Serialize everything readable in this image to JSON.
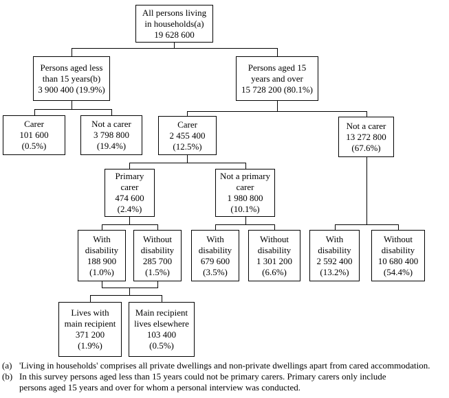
{
  "diagram": {
    "nodes": [
      {
        "name": "all-persons-living-in-households",
        "lines": [
          "All persons living",
          "in households(a)",
          "19 628 600"
        ]
      },
      {
        "name": "persons-aged-less-than-15",
        "lines": [
          "Persons aged less",
          "than 15 years(b)",
          "3 900 400 (19.9%)"
        ]
      },
      {
        "name": "persons-aged-15-and-over",
        "lines": [
          "Persons aged 15",
          "years and over",
          "15 728 200 (80.1%)"
        ]
      },
      {
        "name": "under15-carer",
        "lines": [
          "Carer",
          "101 600",
          "(0.5%)"
        ]
      },
      {
        "name": "under15-not-a-carer",
        "lines": [
          "Not a carer",
          "3 798 800",
          "(19.4%)"
        ]
      },
      {
        "name": "over15-carer",
        "lines": [
          "Carer",
          "2 455 400",
          "(12.5%)"
        ]
      },
      {
        "name": "over15-not-a-carer",
        "lines": [
          "Not a carer",
          "13 272 800",
          "(67.6%)"
        ]
      },
      {
        "name": "primary-carer",
        "lines": [
          "Primary",
          "carer",
          "474 600",
          "(2.4%)"
        ]
      },
      {
        "name": "not-a-primary-carer",
        "lines": [
          "Not a primary",
          "carer",
          "1 980 800",
          "(10.1%)"
        ]
      },
      {
        "name": "primary-carer-with-disability",
        "lines": [
          "With",
          "disability",
          "188 900",
          "(1.0%)"
        ]
      },
      {
        "name": "primary-carer-without-disability",
        "lines": [
          "Without",
          "disability",
          "285 700",
          "(1.5%)"
        ]
      },
      {
        "name": "not-primary-carer-with-disability",
        "lines": [
          "With",
          "disability",
          "679 600",
          "(3.5%)"
        ]
      },
      {
        "name": "not-primary-carer-without-disability",
        "lines": [
          "Without",
          "disability",
          "1 301 200",
          "(6.6%)"
        ]
      },
      {
        "name": "not-carer-with-disability",
        "lines": [
          "With",
          "disability",
          "2 592 400",
          "(13.2%)"
        ]
      },
      {
        "name": "not-carer-without-disability",
        "lines": [
          "Without",
          "disability",
          "10 680 400",
          "(54.4%)"
        ]
      },
      {
        "name": "lives-with-main-recipient",
        "lines": [
          "Lives with",
          "main recipient",
          "371 200",
          "(1.9%)"
        ]
      },
      {
        "name": "main-recipient-lives-elsewhere",
        "lines": [
          "Main recipient",
          "lives elsewhere",
          "103 400",
          "(0.5%)"
        ]
      }
    ],
    "footnotes": [
      {
        "label": "(a)",
        "lines": [
          "'Living in households' comprises all private dwellings and non-private dwellings apart from  cared accommodation."
        ]
      },
      {
        "label": "(b)",
        "lines": [
          "In this survey persons aged less than 15 years could not be primary carers. Primary carers only include",
          "persons aged 15 years and over for whom a personal interview was conducted."
        ]
      }
    ]
  }
}
